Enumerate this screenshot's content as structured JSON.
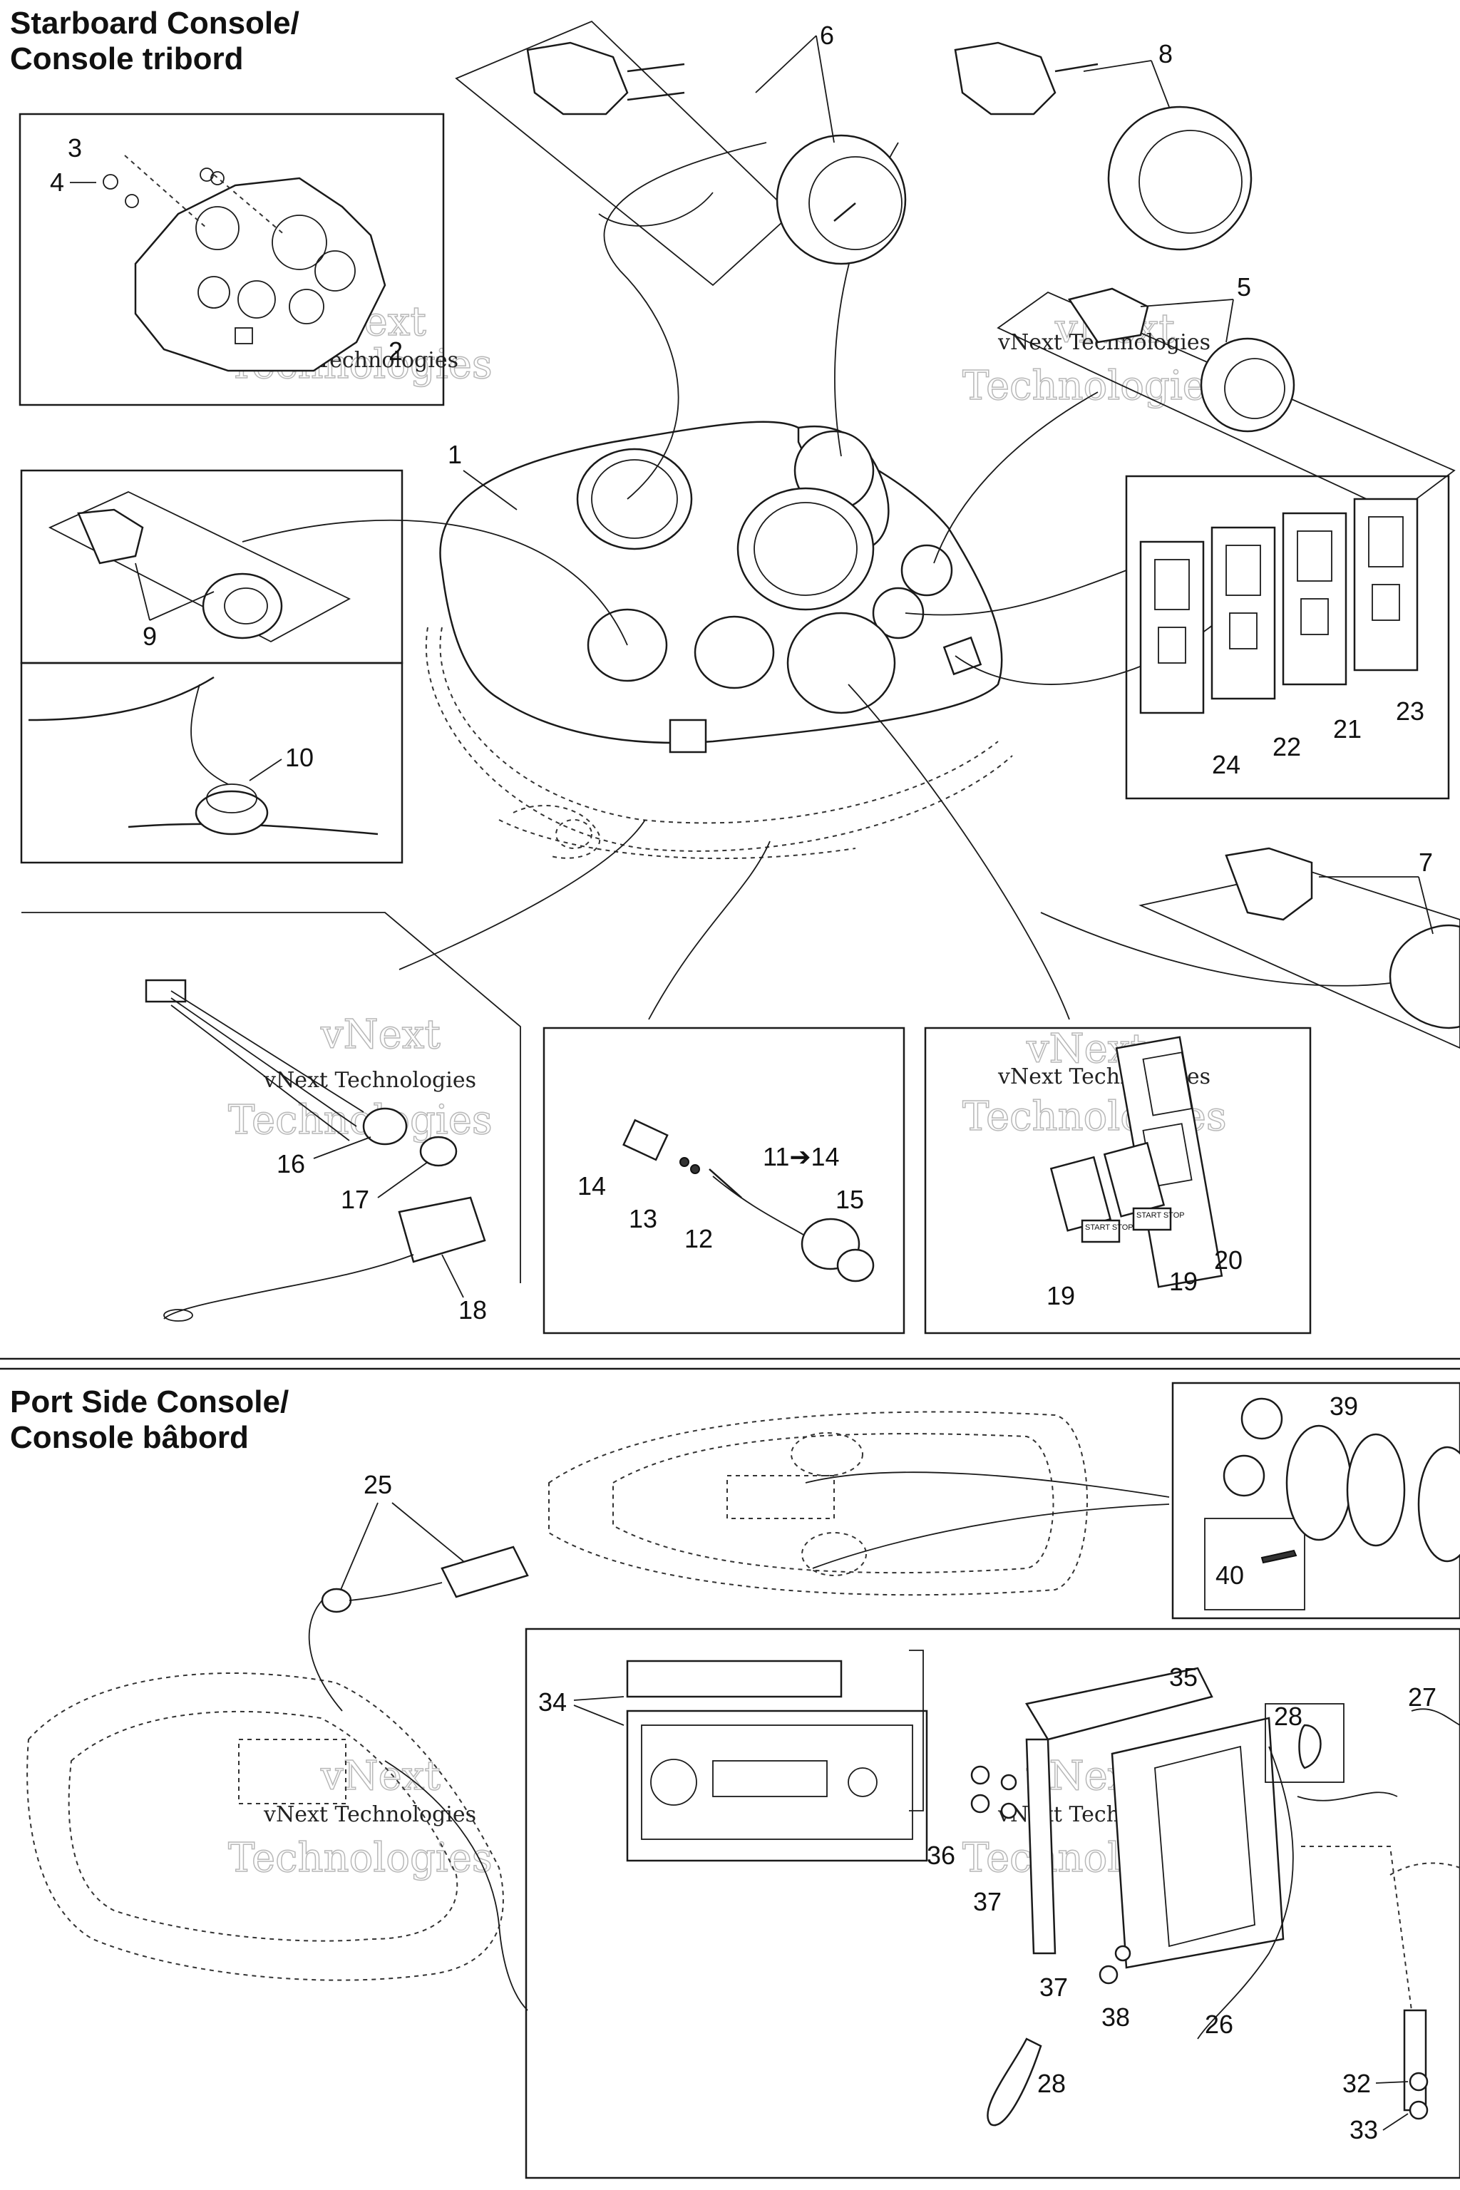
{
  "headings": {
    "starboard": [
      "Starboard Console/",
      "Console tribord"
    ],
    "port": [
      "Port Side Console/",
      "Console bâbord"
    ]
  },
  "watermark": {
    "line1": "vNext",
    "line2": "Technologies",
    "small": "vNext Technologies"
  },
  "callouts": {
    "c1": "1",
    "c2": "2",
    "c3": "3",
    "c4": "4",
    "c5": "5",
    "c6": "6",
    "c7": "7",
    "c8": "8",
    "c9": "9",
    "c10": "10",
    "c11_14": "11➔14",
    "c12": "12",
    "c13": "13",
    "c14": "14",
    "c15": "15",
    "c16": "16",
    "c17": "17",
    "c18": "18",
    "c19a": "19",
    "c19b": "19",
    "c20": "20",
    "c21": "21",
    "c22": "22",
    "c23": "23",
    "c24": "24",
    "c25": "25",
    "c26": "26",
    "c27": "27",
    "c28a": "28",
    "c28b": "28",
    "c32": "32",
    "c33": "33",
    "c34": "34",
    "c35": "35",
    "c36": "36",
    "c37a": "37",
    "c37b": "37",
    "c38": "38",
    "c39": "39",
    "c40": "40"
  },
  "labels": {
    "start_stop_a": "START STOP",
    "start_stop_b": "START STOP"
  }
}
